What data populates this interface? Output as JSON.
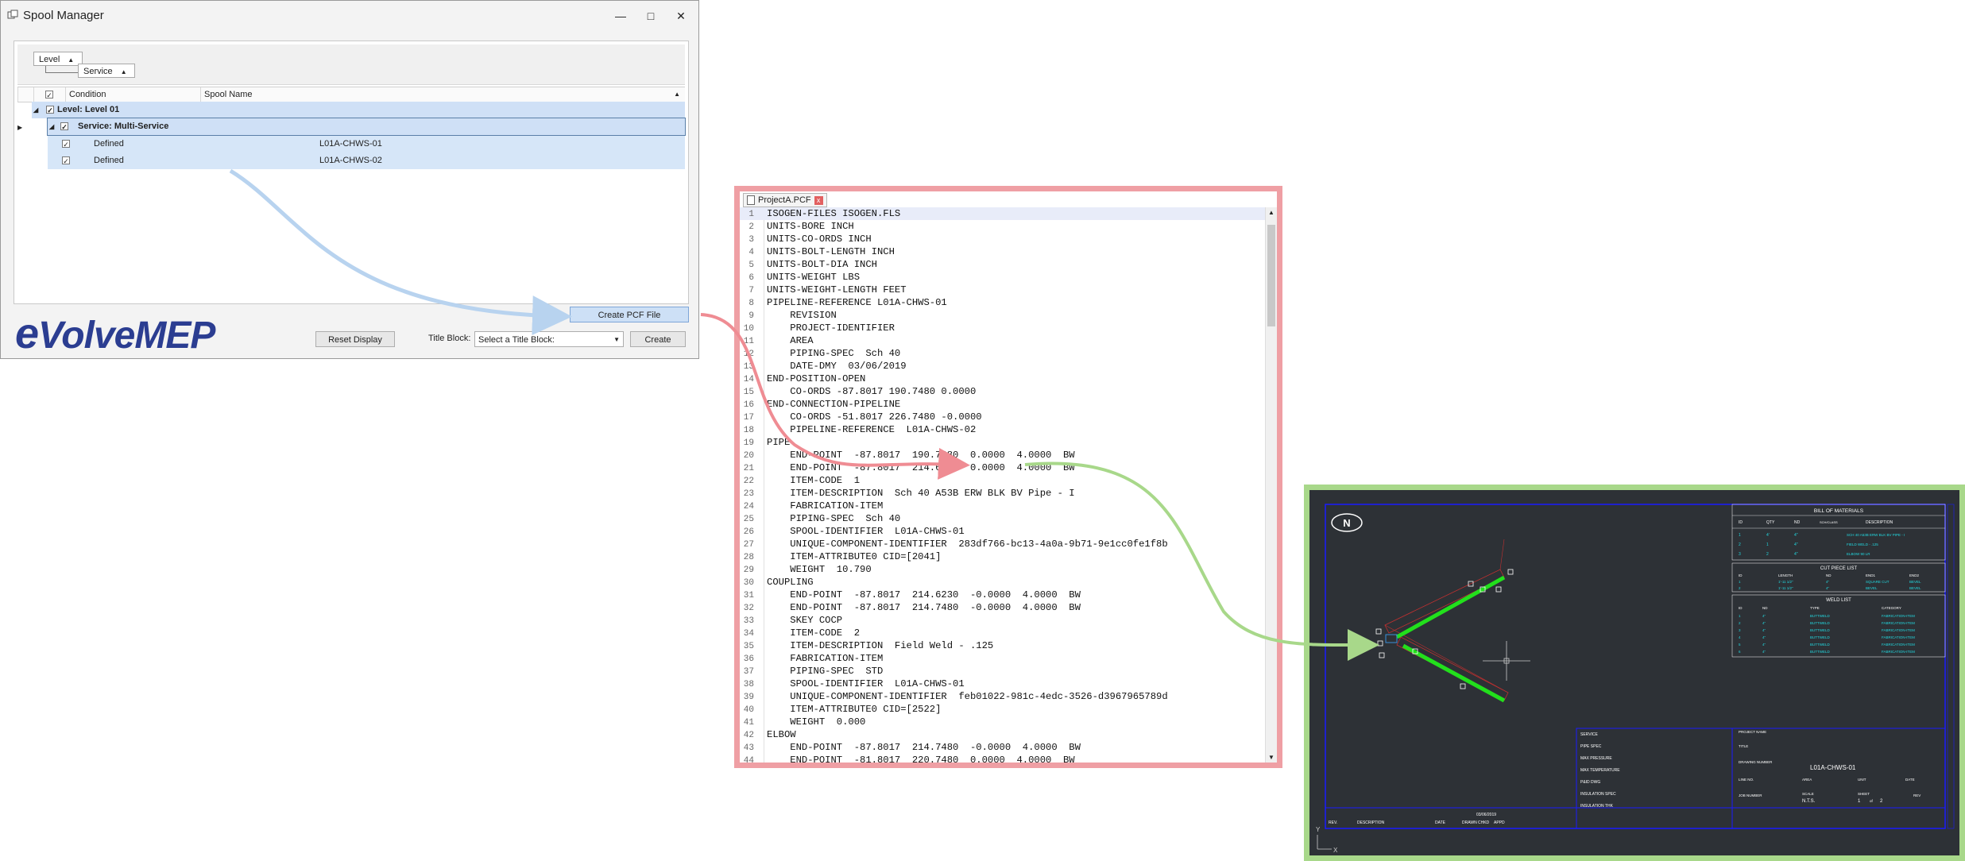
{
  "window": {
    "title": "Spool Manager",
    "minimize": "—",
    "maximize": "□",
    "close": "✕"
  },
  "grouping": {
    "level_chip": "Level",
    "service_chip": "Service",
    "sort_glyph": "▲"
  },
  "grid": {
    "headers": {
      "condition": "Condition",
      "spool_name": "Spool Name"
    },
    "group_level": "Level: Level 01",
    "group_service": "Service: Multi-Service",
    "rows": [
      {
        "condition": "Defined",
        "spool_name": "L01A-CHWS-01",
        "checked": true
      },
      {
        "condition": "Defined",
        "spool_name": "L01A-CHWS-02",
        "checked": true
      }
    ],
    "check_glyph": "✓",
    "expand_glyph": "◢"
  },
  "logo": {
    "prefix": "e",
    "text": "VolveMEP"
  },
  "buttons": {
    "create_pcf": "Create PCF File",
    "reset_display": "Reset Display",
    "create": "Create"
  },
  "title_block": {
    "label": "Title Block:",
    "placeholder": "Select a Title Block:",
    "dropdown_glyph": "▼"
  },
  "editor": {
    "tab_label": "ProjectA.PCF",
    "tab_close": "x",
    "lines": [
      "ISOGEN-FILES ISOGEN.FLS",
      "UNITS-BORE INCH",
      "UNITS-CO-ORDS INCH",
      "UNITS-BOLT-LENGTH INCH",
      "UNITS-BOLT-DIA INCH",
      "UNITS-WEIGHT LBS",
      "UNITS-WEIGHT-LENGTH FEET",
      "PIPELINE-REFERENCE L01A-CHWS-01",
      "    REVISION",
      "    PROJECT-IDENTIFIER",
      "    AREA",
      "    PIPING-SPEC  Sch 40",
      "    DATE-DMY  03/06/2019",
      "END-POSITION-OPEN",
      "    CO-ORDS -87.8017 190.7480 0.0000",
      "END-CONNECTION-PIPELINE",
      "    CO-ORDS -51.8017 226.7480 -0.0000",
      "    PIPELINE-REFERENCE  L01A-CHWS-02",
      "PIPE",
      "    END-POINT  -87.8017  190.7480  0.0000  4.0000  BW",
      "    END-POINT  -87.8017  214.6230  0.0000  4.0000  BW",
      "    ITEM-CODE  1",
      "    ITEM-DESCRIPTION  Sch 40 A53B ERW BLK BV Pipe - I",
      "    FABRICATION-ITEM",
      "    PIPING-SPEC  Sch 40",
      "    SPOOL-IDENTIFIER  L01A-CHWS-01",
      "    UNIQUE-COMPONENT-IDENTIFIER  283df766-bc13-4a0a-9b71-9e1cc0fe1f8b",
      "    ITEM-ATTRIBUTE0 CID=[2041]",
      "    WEIGHT  10.790",
      "COUPLING",
      "    END-POINT  -87.8017  214.6230  -0.0000  4.0000  BW",
      "    END-POINT  -87.8017  214.7480  -0.0000  4.0000  BW",
      "    SKEY COCP",
      "    ITEM-CODE  2",
      "    ITEM-DESCRIPTION  Field Weld - .125",
      "    FABRICATION-ITEM",
      "    PIPING-SPEC  STD",
      "    SPOOL-IDENTIFIER  L01A-CHWS-01",
      "    UNIQUE-COMPONENT-IDENTIFIER  feb01022-981c-4edc-3526-d3967965789d",
      "    ITEM-ATTRIBUTE0 CID=[2522]",
      "    WEIGHT  0.000",
      "ELBOW",
      "    END-POINT  -87.8017  214.7480  -0.0000  4.0000  BW",
      "    END-POINT  -81.8017  220.7480  0.0000  4.0000  BW"
    ]
  },
  "iso": {
    "north": "N",
    "bom_title": "BILL OF MATERIALS",
    "bom_headers": [
      "ID",
      "QTY",
      "ND",
      "SCH/CLASS",
      "DESCRIPTION"
    ],
    "bom_rows": [
      [
        "1",
        "4'",
        "4\"",
        "",
        "SCH 40 A53B ERW BLK BV PIPE - I"
      ],
      [
        "2",
        "1",
        "4\"",
        "",
        "FIELD WELD - .125"
      ],
      [
        "3",
        "2",
        "4\"",
        "",
        "ELBOW 90 LR"
      ]
    ],
    "cut_title": "CUT PIECE LIST",
    "cut_headers": [
      "ID",
      "LENGTH",
      "ND",
      "END1",
      "END2"
    ],
    "cut_rows": [
      [
        "1",
        "1'-11 1/2\"",
        "4\"",
        "SQUARE CUT",
        "BEVEL"
      ],
      [
        "2",
        "1'-11 1/2\"",
        "4\"",
        "BEVEL",
        "BEVEL"
      ]
    ],
    "weld_title": "WELD LIST",
    "weld_headers": [
      "ID",
      "ND",
      "TYPE",
      "CATEGORY"
    ],
    "weld_rows": [
      [
        "1",
        "4\"",
        "BUTTWELD",
        "FABRICATION-ITEM"
      ],
      [
        "2",
        "4\"",
        "BUTTWELD",
        "FABRICATION-ITEM"
      ],
      [
        "3",
        "4\"",
        "BUTTWELD",
        "FABRICATION-ITEM"
      ],
      [
        "4",
        "4\"",
        "BUTTWELD",
        "FABRICATION-ITEM"
      ],
      [
        "5",
        "4\"",
        "BUTTWELD",
        "FABRICATION-ITEM"
      ],
      [
        "6",
        "4\"",
        "BUTTWELD",
        "FABRICATION-ITEM"
      ]
    ],
    "info_labels": [
      "SERVICE",
      "PIPE SPEC",
      "MAX PRESSURE",
      "MAX TEMPERATURE",
      "P&ID DWG",
      "INSULATION SPEC",
      "INSULATION THK"
    ],
    "right_labels": {
      "project_name": "PROJECT NAME",
      "title": "TITLE",
      "drawing_number": "DRAWING NUMBER",
      "line_no": "LINE NO.",
      "area": "AREA",
      "unit": "UNIT",
      "date": "DATE",
      "job_number": "JOB NUMBER",
      "scale": "SCALE",
      "sheet": "SHEET",
      "rev": "REV"
    },
    "drawing_number": "L01A-CHWS-01",
    "scale_value": "N.T.S.",
    "sheet_value": "1",
    "sheet_of": "of",
    "sheet_total": "2",
    "date_value": "03/06/2019",
    "rev_headers": [
      "REV.",
      "DESCRIPTION",
      "DATE",
      "DRAWN",
      "CHKD",
      "APPD"
    ],
    "axis_y": "Y",
    "axis_x": "X"
  },
  "colors": {
    "accent_blue": "#2b3d91",
    "frame_pink": "#ef9fa4",
    "frame_green": "#a8d88a",
    "pipe_green": "#22e01c",
    "drawing_border": "#1a1aff"
  }
}
